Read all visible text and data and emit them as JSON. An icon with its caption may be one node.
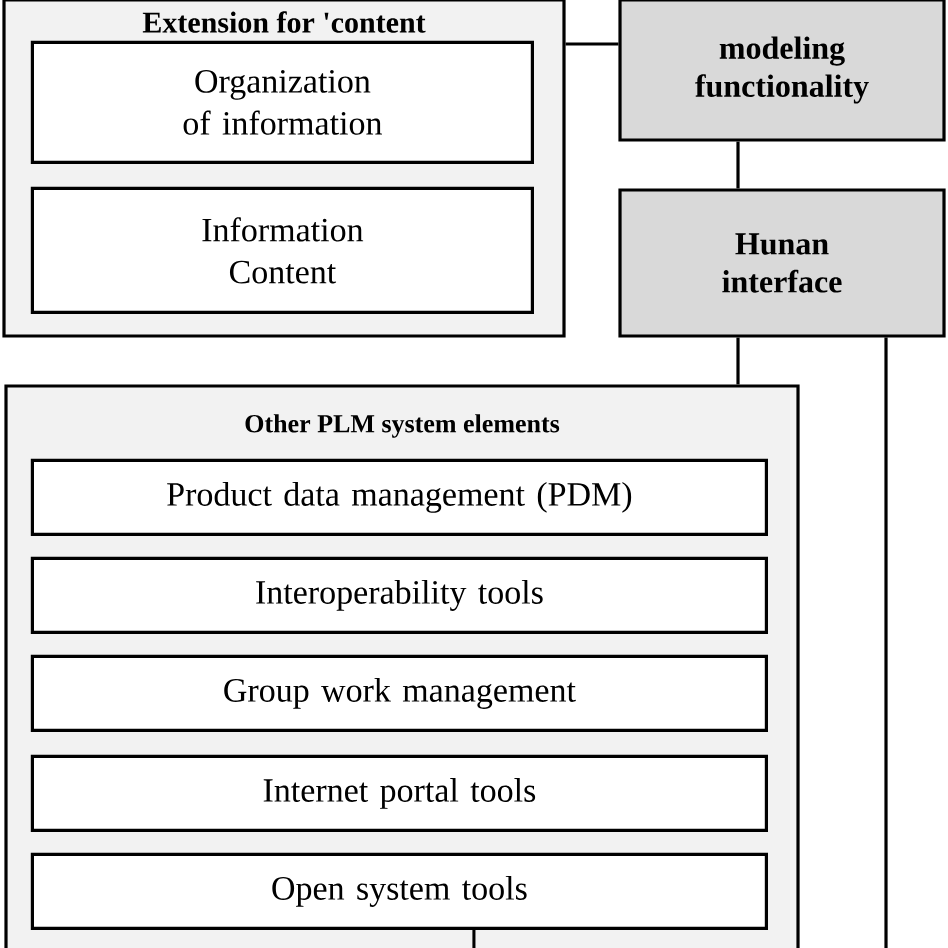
{
  "diagram": {
    "nodes": [
      {
        "text": [
          "Extension for 'content"
        ]
      },
      {
        "text": [
          "Organization of information"
        ],
        "in": 0
      },
      {
        "text": [
          "Information Content"
        ],
        "in": 0
      },
      {
        "text": [
          "modeling functionality"
        ]
      },
      {
        "text": [
          "Hunan interface"
        ]
      },
      {
        "text": [
          "Other  PLM system elements"
        ]
      },
      {
        "text": [
          "Product data management (PDM)"
        ],
        "in": 5
      },
      {
        "text": [
          "Interoperability tools"
        ],
        "in": 5
      },
      {
        "text": [
          "Group work management"
        ],
        "in": 5
      },
      {
        "text": [
          "Internet portal tools"
        ],
        "in": 5
      },
      {
        "text": [
          "Open system tools"
        ],
        "in": 5
      }
    ],
    "edges": [
      {
        "from": 0,
        "to": 3,
        "arrow": "none"
      },
      {
        "from": 3,
        "to": 4,
        "arrow": "none"
      },
      {
        "from": 4,
        "to": 5,
        "arrow": "none"
      },
      {
        "from": 4,
        "to": null,
        "arrow": "none"
      },
      {
        "from": 10,
        "to": null,
        "arrow": "none"
      }
    ]
  }
}
